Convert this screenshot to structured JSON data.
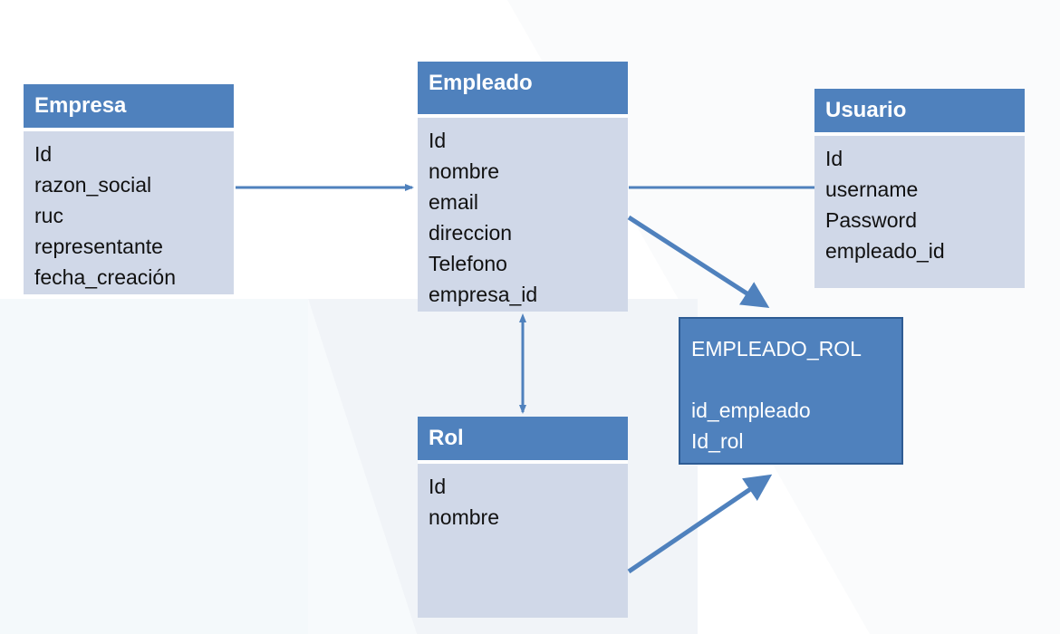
{
  "diagram": {
    "entities": {
      "empresa": {
        "title": "Empresa",
        "fields": [
          "Id",
          "razon_social",
          "ruc",
          "representante",
          "fecha_creación"
        ]
      },
      "empleado": {
        "title": "Empleado",
        "fields": [
          "Id",
          "nombre",
          "email",
          "direccion",
          "Telefono",
          "empresa_id"
        ]
      },
      "usuario": {
        "title": "Usuario",
        "fields": [
          "Id",
          "username",
          "Password",
          "empleado_id"
        ]
      },
      "rol": {
        "title": "Rol",
        "fields": [
          "Id",
          "nombre"
        ]
      }
    },
    "association": {
      "title": "EMPLEADO_ROL",
      "fields": [
        "id_empleado",
        "Id_rol"
      ]
    },
    "relations": [
      {
        "from": "Empresa",
        "to": "Empleado",
        "kind": "arrow"
      },
      {
        "from": "Empleado",
        "to": "Usuario",
        "kind": "line"
      },
      {
        "from": "Empleado",
        "to": "EMPLEADO_ROL",
        "kind": "arrow"
      },
      {
        "from": "Rol",
        "to": "EMPLEADO_ROL",
        "kind": "arrow"
      },
      {
        "from": "Empleado",
        "to": "Rol",
        "kind": "double-arrow"
      }
    ],
    "colors": {
      "header": "#4f81bd",
      "body": "#d0d8e8",
      "connector": "#4f81bd"
    }
  }
}
